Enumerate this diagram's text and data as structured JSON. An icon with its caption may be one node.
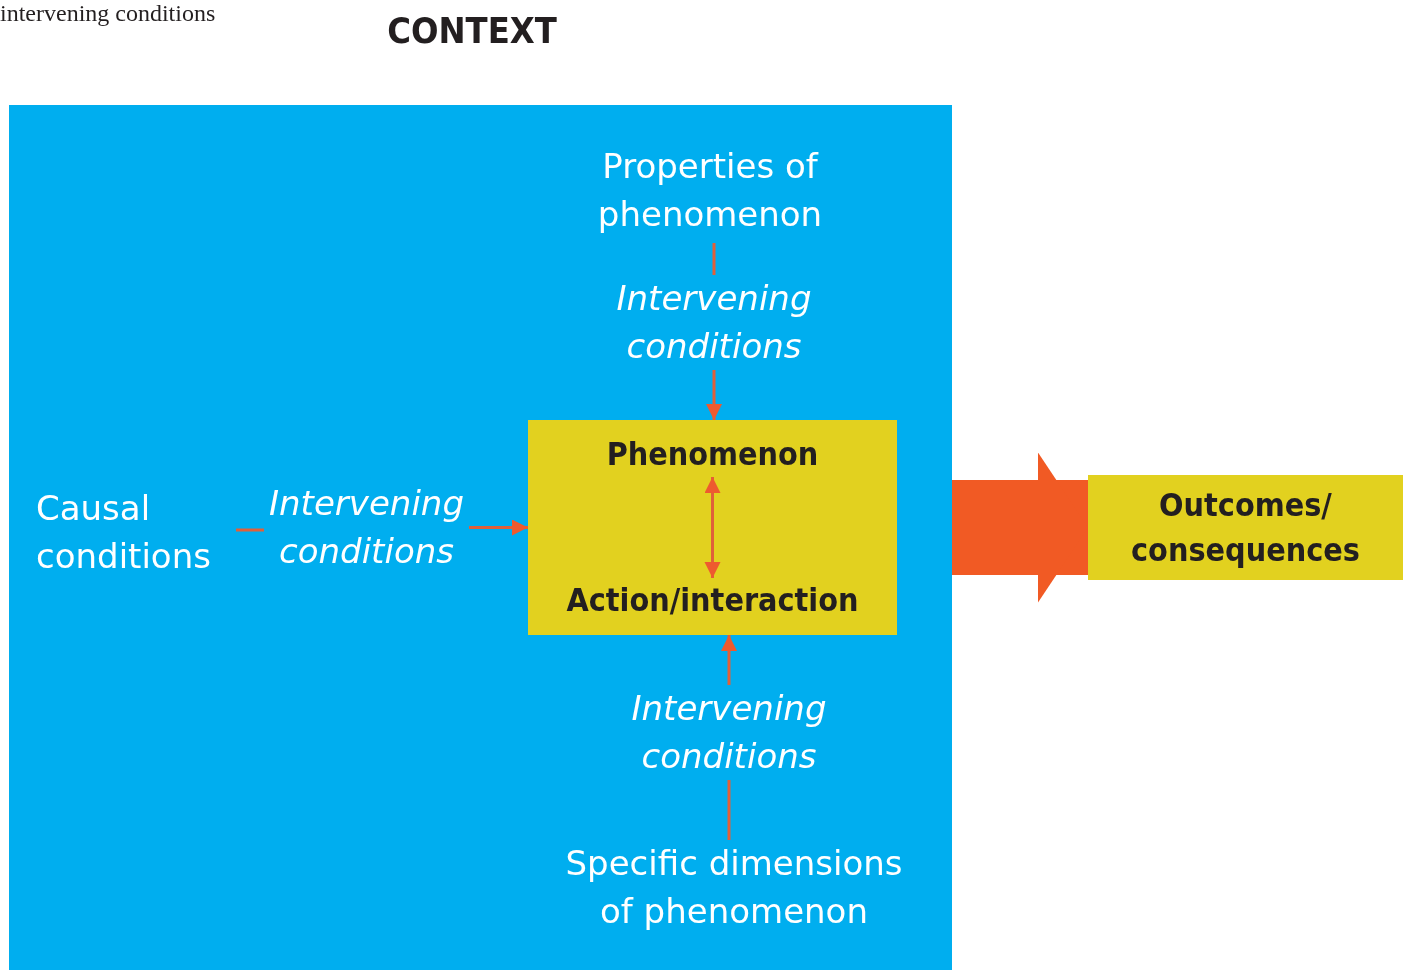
{
  "diagram": {
    "nodes": [
      {
        "text": [
          "CONTEXT"
        ]
      },
      {
        "text": [
          "Properties of phenomenon"
        ],
        "in": 0
      },
      {
        "text": [
          "Intervening conditions"
        ],
        "in": 0
      },
      {
        "text": [],
        "shape": "box",
        "in": 0
      },
      {
        "text": [
          "Phenomenon"
        ],
        "in": 3
      },
      {
        "text": [
          "Action/interaction"
        ],
        "in": 3
      },
      {
        "text": [
          "Causal conditions"
        ],
        "in": 0
      },
      {
        "text": [
          "Intervening conditions"
        ],
        "in": 0
      },
      {
        "text": [
          "Intervening conditions"
        ],
        "in": 0
      },
      {
        "text": [
          "Specific dimensions of phenomenon"
        ],
        "in": 0
      },
      {
        "text": [
          "Outcomes/ consequences"
        ]
      }
    ],
    "edges": [
      {
        "from": 1,
        "to": 2,
        "arrow": "none"
      },
      {
        "from": 2,
        "to": 3,
        "arrow": "to"
      },
      {
        "from": 6,
        "to": 7,
        "arrow": "none"
      },
      {
        "from": 7,
        "to": 3,
        "arrow": "to"
      },
      {
        "from": 9,
        "to": 8,
        "arrow": "none"
      },
      {
        "from": 8,
        "to": 3,
        "arrow": "to"
      },
      {
        "from": 4,
        "to": 5,
        "arrow": "both"
      },
      {
        "from": 0,
        "to": 10,
        "arrow": "to",
        "style": "thick"
      }
    ],
    "labels": [
      "intervening conditions"
    ]
  }
}
